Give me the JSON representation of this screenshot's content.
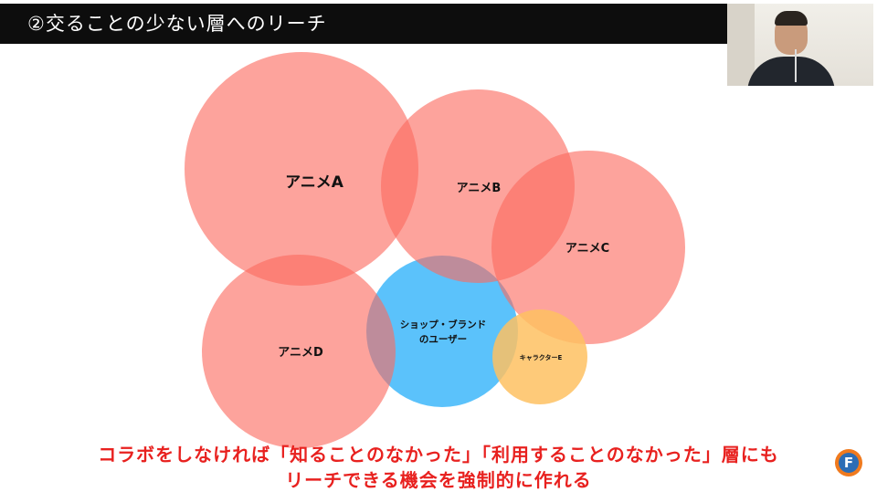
{
  "header": {
    "title": "②交ることの少ない層へのリーチ"
  },
  "diagram": {
    "circles": [
      {
        "id": "anime-a",
        "label": "アニメA",
        "color": "#fb6b60",
        "opacity": 0.62
      },
      {
        "id": "anime-b",
        "label": "アニメB",
        "color": "#fb6b60",
        "opacity": 0.62
      },
      {
        "id": "anime-c",
        "label": "アニメC",
        "color": "#fb6b60",
        "opacity": 0.62
      },
      {
        "id": "anime-d",
        "label": "アニメD",
        "color": "#fb6b60",
        "opacity": 0.62
      },
      {
        "id": "shop-brand-users",
        "label_line1": "ショップ・ブランド",
        "label_line2": "のユーザー",
        "color": "#5bc2fb",
        "opacity": 1.0
      },
      {
        "id": "character-e",
        "label": "キャラクターE",
        "color": "#fec162",
        "opacity": 0.85
      }
    ]
  },
  "caption": {
    "line1": "コラボをしなければ「知ることのなかった」「利用することのなかった」層にも",
    "line2": "リーチできる機会を強制的に作れる"
  },
  "logo": {
    "letter": "F",
    "outer_color": "#f07a1e",
    "inner_color": "#2c6db5"
  }
}
